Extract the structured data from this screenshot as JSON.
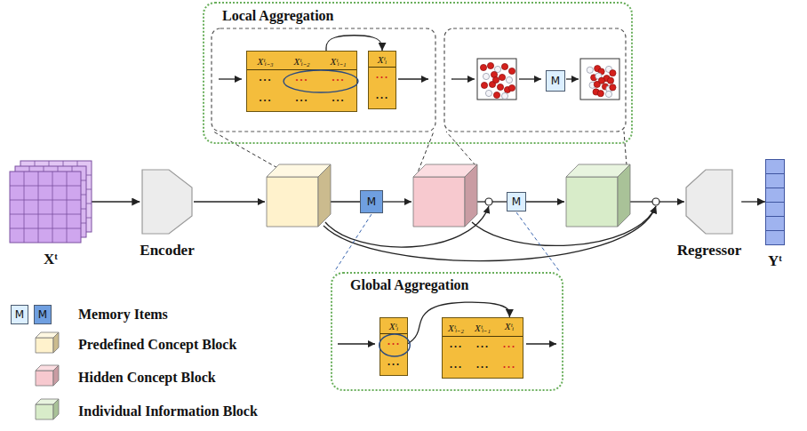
{
  "diagram": {
    "nodes": [
      {
        "text": [
          "Local Aggregation"
        ]
      },
      {
        "text": [
          "Xᵗᵢ₋₃",
          "Xᵗᵢ₋₂",
          "Xᵗᵢ₋₁",
          "···",
          "···",
          "···",
          "···",
          "···",
          "···"
        ],
        "in": 0
      },
      {
        "text": [
          "Xᵗᵢ",
          "···",
          "···"
        ],
        "in": 0
      },
      {
        "text": [
          "M"
        ],
        "in": 0
      },
      {
        "text": [
          "Xᵗ"
        ]
      },
      {
        "text": [
          "Encoder"
        ]
      },
      {
        "text": [
          "M"
        ]
      },
      {
        "text": [
          "M"
        ]
      },
      {
        "text": [
          "Regressor"
        ]
      },
      {
        "text": [
          "Yᵗ"
        ]
      },
      {
        "text": [
          "Global Aggregation"
        ]
      },
      {
        "text": [
          "Xᵗᵢ",
          "···",
          "···"
        ],
        "in": 10
      },
      {
        "text": [
          "Xᵗᵢ₋₂",
          "Xᵗᵢ₋₁",
          "Xᵗᵢ",
          "···",
          "···",
          "···",
          "···",
          "···",
          "···"
        ],
        "in": 10
      },
      {
        "text": [
          "M"
        ]
      },
      {
        "text": [
          "M"
        ]
      }
    ],
    "edges": [
      {
        "from": 4,
        "to": 5,
        "arrow": "to"
      },
      {
        "from": 8,
        "to": 9,
        "arrow": "to"
      },
      {
        "from": 1,
        "to": 2,
        "arrow": "to"
      },
      {
        "from": 11,
        "to": 12,
        "arrow": "to"
      }
    ],
    "legend": [
      {
        "text": "Memory Items"
      },
      {
        "text": "Predefined Concept Block"
      },
      {
        "text": "Hidden Concept Block"
      },
      {
        "text": "Individual Information Block"
      }
    ]
  }
}
